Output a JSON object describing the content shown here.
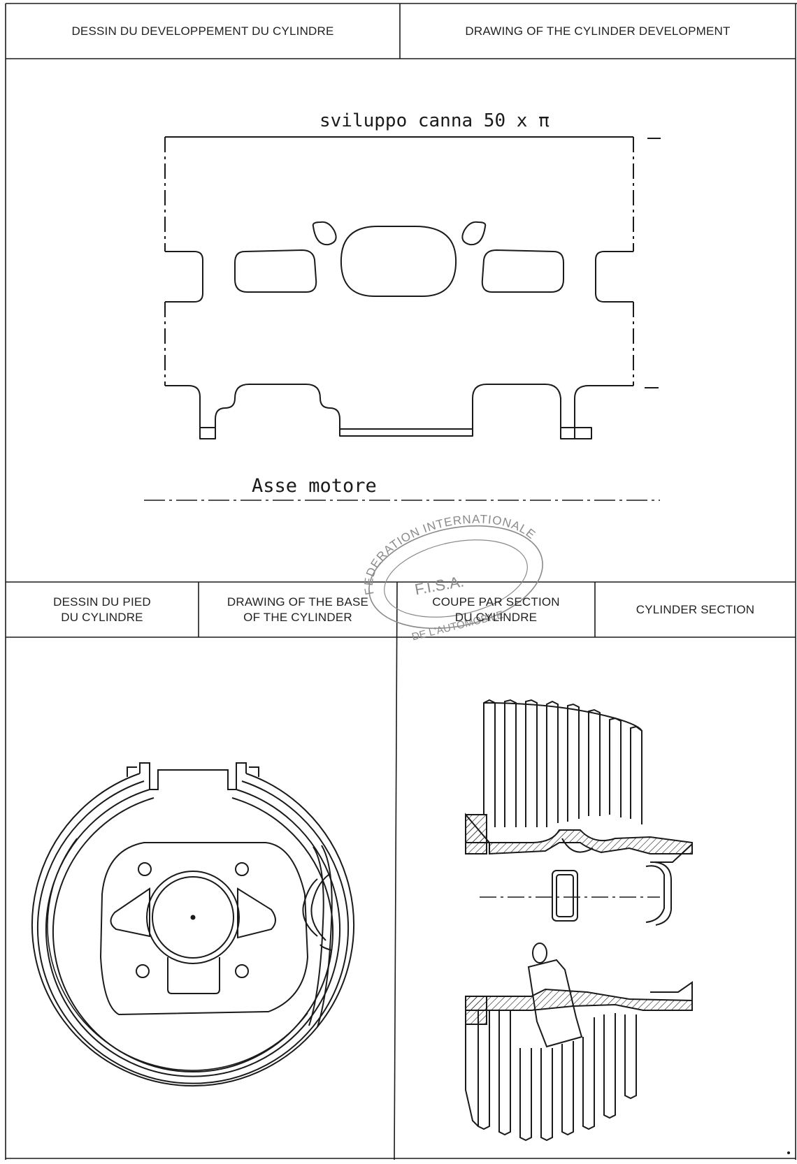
{
  "header_top": {
    "fr": "DESSIN DU DEVELOPPEMENT DU CYLINDRE",
    "en": "DRAWING OF THE CYLINDER DEVELOPMENT"
  },
  "development": {
    "dimension_label": "sviluppo canna 50 x π",
    "axis_label": "Asse motore"
  },
  "stamp": {
    "arc_text": "FEDERATION INTERNATIONALE",
    "center_text": "F.I.S.A.",
    "bottom_text": "DE L'AUTOMOBILE"
  },
  "header_middle": {
    "base_fr_line1": "DESSIN DU PIED",
    "base_fr_line2": "DU CYLINDRE",
    "base_en_line1": "DRAWING OF THE BASE",
    "base_en_line2": "OF THE CYLINDER",
    "section_fr_line1": "COUPE PAR SECTION",
    "section_fr_line2": "DU CYLINDRE",
    "section_en": "CYLINDER SECTION"
  },
  "colors": {
    "ink": "#1a1a1a",
    "stamp": "#8a8a8a",
    "paper": "#ffffff"
  }
}
